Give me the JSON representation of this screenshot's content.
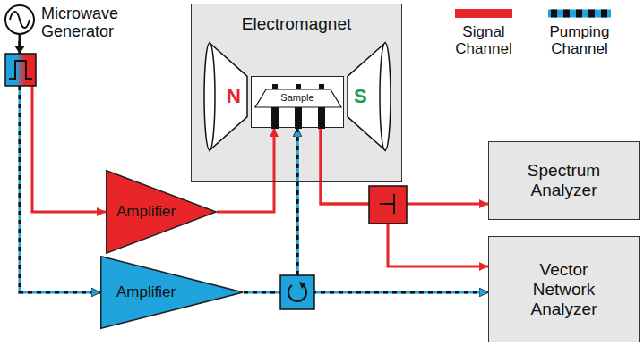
{
  "diagram": {
    "nodes": [
      {
        "text": [
          "Microwave Generator"
        ]
      },
      {
        "text": [
          "Electromagnet"
        ]
      },
      {
        "text": [
          "N"
        ],
        "in": 1
      },
      {
        "text": [
          "Sample"
        ],
        "in": 1
      },
      {
        "text": [
          "S"
        ],
        "in": 1
      },
      {
        "text": [
          "Spectrum Analyzer"
        ]
      },
      {
        "text": [
          "Amplifier"
        ]
      },
      {
        "text": [
          "Amplifier"
        ]
      },
      {
        "text": [
          "Vector Network Analyzer"
        ]
      }
    ],
    "edges": [
      {
        "from": 0,
        "to": 6,
        "arrow": "to"
      },
      {
        "from": 0,
        "to": 7,
        "arrow": "to"
      },
      {
        "from": 6,
        "to": 3,
        "arrow": "to"
      },
      {
        "from": 7,
        "to": 3,
        "arrow": "to"
      },
      {
        "from": 3,
        "to": 5,
        "arrow": "to"
      },
      {
        "from": 3,
        "to": 8,
        "arrow": "to"
      },
      {
        "from": 3,
        "to": 8,
        "arrow": "to"
      }
    ],
    "legend": [
      {
        "text": "Signal Channel",
        "color": "#e8262a"
      },
      {
        "text": "Pumping Channel"
      }
    ]
  }
}
